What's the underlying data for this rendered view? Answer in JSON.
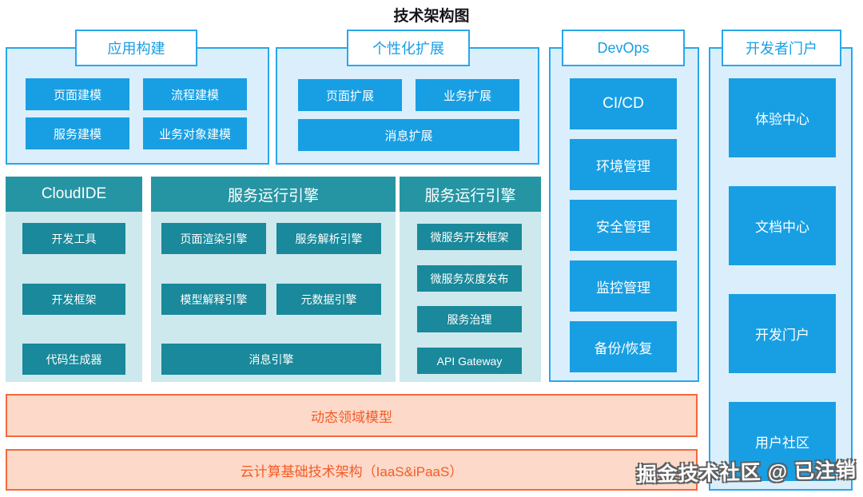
{
  "page": {
    "title": "技术架构图",
    "watermark": "掘金技术社区 @ 已注销"
  },
  "colors": {
    "blue_item": "#189fe3",
    "blue_panel_bg": "#daeffb",
    "blue_border": "#2aa7e9",
    "tab_text": "#189ee4",
    "teal_header": "#2695a3",
    "teal_item": "#19899b",
    "teal_panel_bg": "#cde9ee",
    "orange_bg": "#fcd9c8",
    "orange_border": "#f4683c",
    "orange_text": "#f45b28"
  },
  "sections": {
    "app_build": {
      "title": "应用构建",
      "items": [
        "页面建模",
        "流程建模",
        "服务建模",
        "业务对象建模"
      ]
    },
    "personalization": {
      "title": "个性化扩展",
      "items": [
        "页面扩展",
        "业务扩展",
        "消息扩展"
      ]
    },
    "devops": {
      "title": "DevOps",
      "items": [
        "CI/CD",
        "环境管理",
        "安全管理",
        "监控管理",
        "备份/恢复"
      ]
    },
    "dev_portal": {
      "title": "开发者门户",
      "items": [
        "体验中心",
        "文档中心",
        "开发门户",
        "用户社区"
      ]
    },
    "cloud_ide": {
      "title": "CloudIDE",
      "items": [
        "开发工具",
        "开发框架",
        "代码生成器"
      ]
    },
    "service_engine_left": {
      "title": "服务运行引擎",
      "items": [
        "页面渲染引擎",
        "服务解析引擎",
        "模型解释引擎",
        "元数据引擎",
        "消息引擎"
      ]
    },
    "service_engine_right": {
      "title": "服务运行引擎",
      "items": [
        "微服务开发框架",
        "微服务灰度发布",
        "服务治理",
        "API Gateway"
      ]
    },
    "domain_model": {
      "label": "动态领域模型"
    },
    "cloud_infra": {
      "label": "云计算基础技术架构（IaaS&iPaaS）"
    }
  }
}
